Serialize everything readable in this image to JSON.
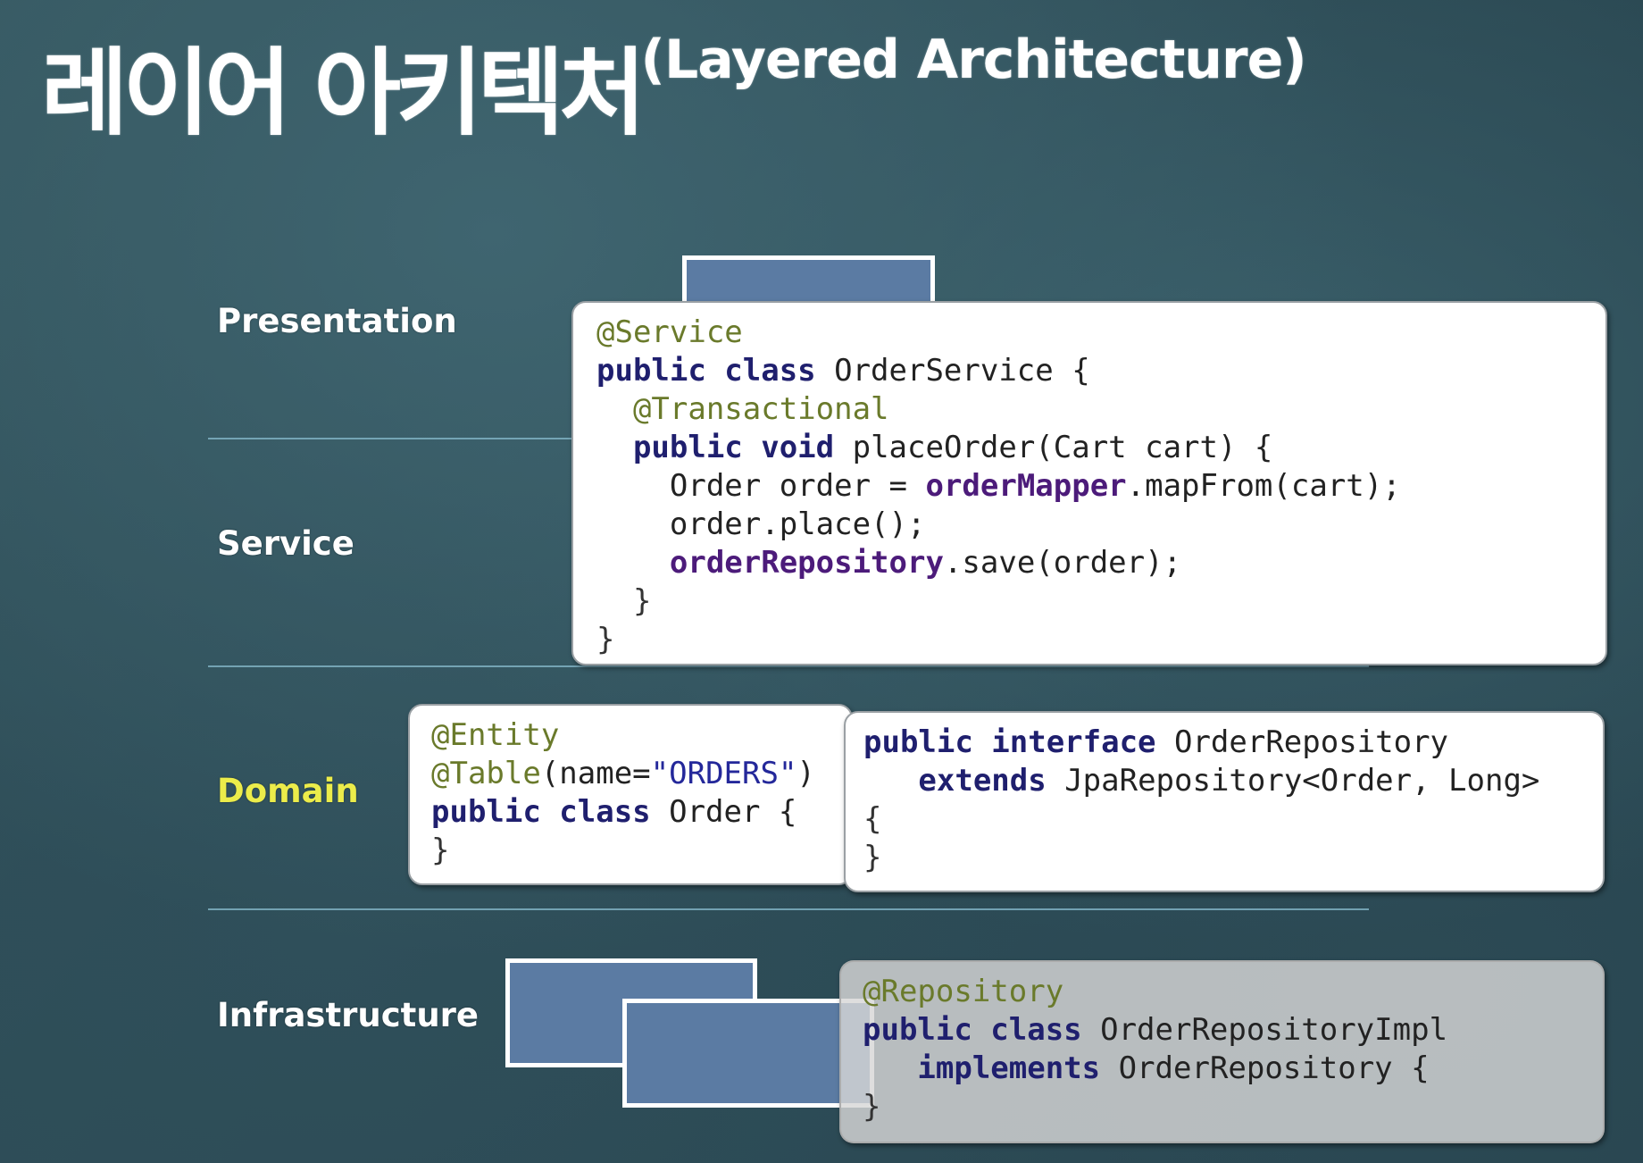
{
  "title": {
    "korean": "레이어 아키텍처",
    "english": "(Layered Architecture)"
  },
  "layers": {
    "presentation": "Presentation",
    "service": "Service",
    "domain": "Domain",
    "infrastructure": "Infrastructure"
  },
  "active_layer": "Domain",
  "colors": {
    "active_label": "#ecec4a",
    "rect_fill": "#5b7ba3",
    "divider": "#7fb0c2"
  },
  "service_code": {
    "l1_ann": "@Service",
    "l2_kw": "public class",
    "l2_rest": " OrderService {",
    "l3_ann": "@Transactional",
    "l4_kw": "public void",
    "l4_rest": " placeOrder(Cart cart) {",
    "l5_pre": "Order order = ",
    "l5_field": "orderMapper",
    "l5_rest": ".mapFrom(cart);",
    "l6": "order.place();",
    "l7_field": "orderRepository",
    "l7_rest": ".save(order);",
    "l8": "}",
    "l9": "}"
  },
  "entity_code": {
    "l1_ann": "@Entity",
    "l2_ann": "@Table",
    "l2_mid": "(name=",
    "l2_str": "\"ORDERS\"",
    "l2_end": ")",
    "l3_kw": "public class",
    "l3_rest": " Order {",
    "l4": "}"
  },
  "repository_code": {
    "l1_kw": "public interface",
    "l1_rest": " OrderRepository",
    "l2_kw": "extends",
    "l2_rest": " JpaRepository<Order, Long>",
    "l3": "{",
    "l4": "}"
  },
  "impl_code": {
    "l1_ann": "@Repository",
    "l2_kw": "public class",
    "l2_rest": " OrderRepositoryImpl",
    "l3_kw": "implements",
    "l3_rest": " OrderRepository {",
    "l4": "}"
  }
}
